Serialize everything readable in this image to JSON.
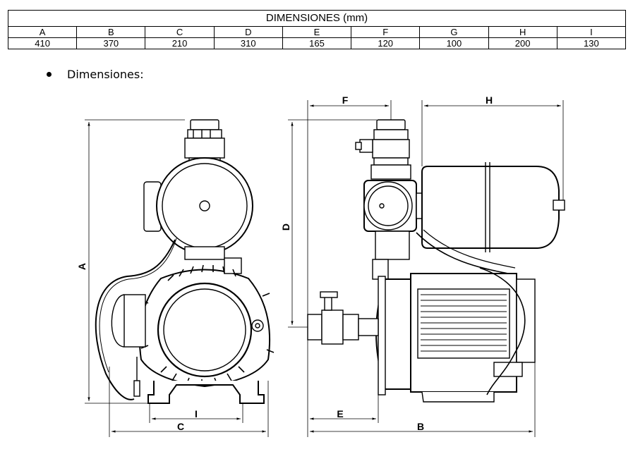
{
  "table": {
    "title": "DIMENSIONES (mm)",
    "headers": [
      "A",
      "B",
      "C",
      "D",
      "E",
      "F",
      "G",
      "H",
      "I"
    ],
    "values": [
      "410",
      "370",
      "210",
      "310",
      "165",
      "120",
      "100",
      "200",
      "130"
    ]
  },
  "section": {
    "bullet_label": "Dimensiones:"
  },
  "drawing": {
    "labels": {
      "A": "A",
      "B": "B",
      "C": "C",
      "D": "D",
      "E": "E",
      "F": "F",
      "H": "H",
      "I": "I"
    }
  }
}
